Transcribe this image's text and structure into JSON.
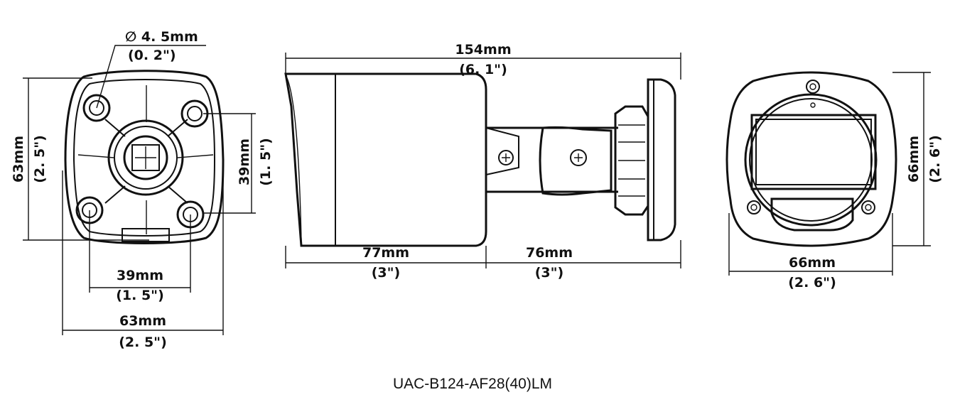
{
  "model": "UAC-B124-AF28(40)LM",
  "front_view": {
    "hole_diameter": "∅ 4. 5mm",
    "hole_diameter_in": "(0. 2\")",
    "height": "63mm",
    "height_in": "(2. 5\")",
    "hole_spacing_v": "39mm",
    "hole_spacing_v_in": "(1. 5\")",
    "hole_spacing_h": "39mm",
    "hole_spacing_h_in": "(1. 5\")",
    "width": "63mm",
    "width_in": "(2. 5\")"
  },
  "side_view": {
    "total_length": "154mm",
    "total_length_in": "(6. 1\")",
    "body_length": "77mm",
    "body_length_in": "(3\")",
    "bracket_length": "76mm",
    "bracket_length_in": "(3\")"
  },
  "rear_view": {
    "height": "66mm",
    "height_in": "(2. 6\")",
    "width": "66mm",
    "width_in": "(2. 6\")"
  }
}
